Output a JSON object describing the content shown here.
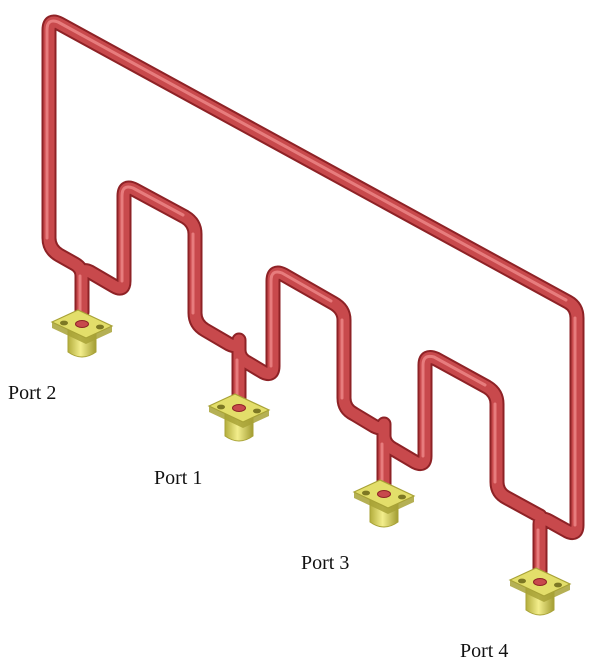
{
  "diagram": {
    "colors": {
      "pipe": "#c8494c",
      "pipe_highlight": "#f08a8a",
      "pipe_shadow": "#8e2226",
      "flange": "#e3de6a",
      "flange_shadow": "#a8a236",
      "background": "#ffffff"
    },
    "ports": [
      {
        "id": "port-2",
        "label": "Port 2"
      },
      {
        "id": "port-1",
        "label": "Port 1"
      },
      {
        "id": "port-3",
        "label": "Port 3"
      },
      {
        "id": "port-4",
        "label": "Port 4"
      }
    ]
  }
}
